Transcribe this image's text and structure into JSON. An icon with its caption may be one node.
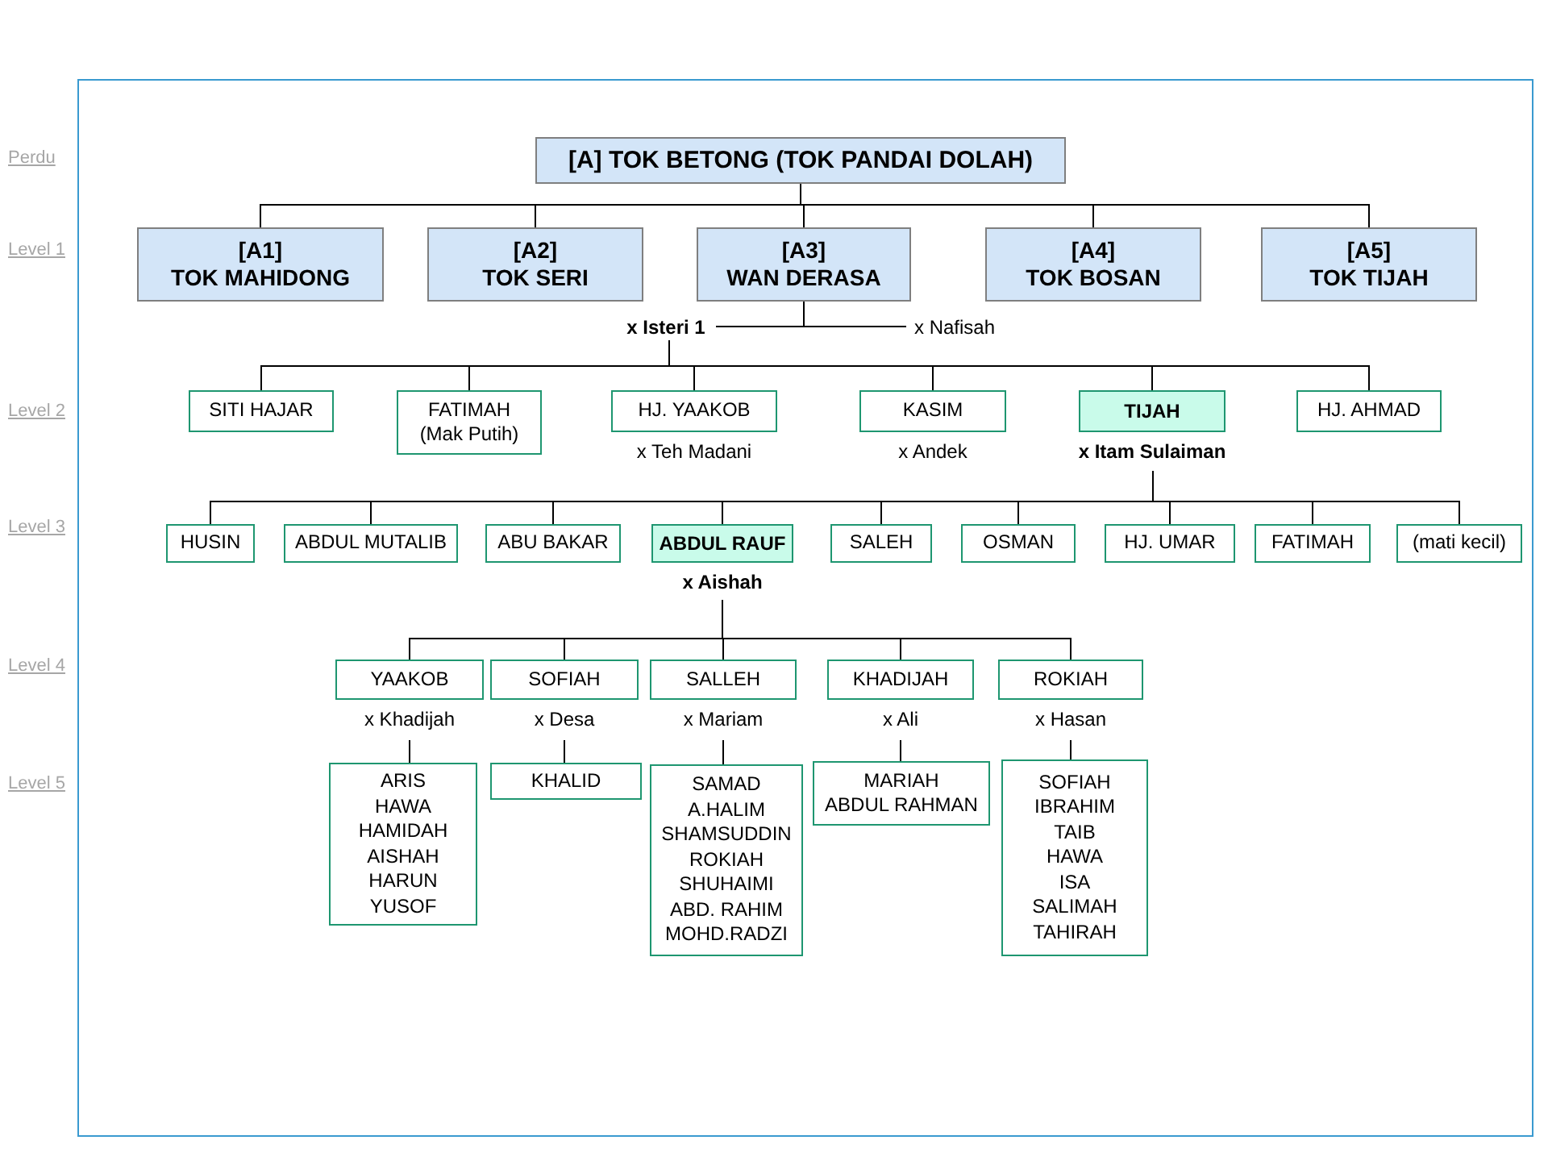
{
  "diagram": {
    "nodes": [
      {
        "text": [
          "[A]  TOK BETONG (TOK PANDAI DOLAH)"
        ]
      },
      {
        "text": [
          "[A1]",
          "TOK MAHIDONG"
        ]
      },
      {
        "text": [
          "[A2]",
          "TOK SERI"
        ]
      },
      {
        "text": [
          "[A3]",
          "WAN  DERASA"
        ]
      },
      {
        "text": [
          "[A4]",
          "TOK BOSAN"
        ]
      },
      {
        "text": [
          "[A5]",
          "TOK TIJAH"
        ]
      },
      {
        "text": [
          "x Isteri 1"
        ]
      },
      {
        "text": [
          "x Nafisah"
        ]
      },
      {
        "text": [
          "SITI HAJAR"
        ]
      },
      {
        "text": [
          "FATIMAH (Mak Putih)"
        ]
      },
      {
        "text": [
          "HJ. YAAKOB"
        ],
        "beside": [
          "x Teh Madani"
        ]
      },
      {
        "text": [
          "KASIM"
        ],
        "beside": [
          "x Andek"
        ]
      },
      {
        "text": [
          "TIJAH"
        ],
        "beside": [
          "x Itam Sulaiman"
        ]
      },
      {
        "text": [
          "HJ. AHMAD"
        ]
      },
      {
        "text": [
          "HUSIN"
        ]
      },
      {
        "text": [
          "ABDUL MUTALIB"
        ]
      },
      {
        "text": [
          "ABU BAKAR"
        ]
      },
      {
        "text": [
          "ABDUL RAUF"
        ],
        "beside": [
          "x Aishah"
        ]
      },
      {
        "text": [
          "SALEH"
        ]
      },
      {
        "text": [
          "OSMAN"
        ]
      },
      {
        "text": [
          "HJ. UMAR"
        ]
      },
      {
        "text": [
          "FATIMAH"
        ]
      },
      {
        "text": [
          "(mati  kecil)"
        ]
      },
      {
        "text": [
          "YAAKOB"
        ],
        "beside": [
          "x Khadijah"
        ]
      },
      {
        "text": [
          "SOFIAH"
        ],
        "beside": [
          "x Desa"
        ]
      },
      {
        "text": [
          "SALLEH"
        ],
        "beside": [
          "x Mariam"
        ]
      },
      {
        "text": [
          "KHADIJAH"
        ],
        "beside": [
          "x Ali"
        ]
      },
      {
        "text": [
          "ROKIAH"
        ],
        "beside": [
          "x Hasan"
        ]
      },
      {
        "text": [
          "ARIS",
          "HAWA",
          "HAMIDAH",
          "AISHAH",
          "HARUN",
          "YUSOF"
        ]
      },
      {
        "text": [
          "KHALID"
        ]
      },
      {
        "text": [
          "SAMAD",
          "A.HALIM",
          "SHAMSUDDIN",
          "ROKIAH",
          "SHUHAIMI",
          "ABD. RAHIM",
          "MOHD.RADZI"
        ]
      },
      {
        "text": [
          "MARIAH",
          "ABDUL RAHMAN"
        ]
      },
      {
        "text": [
          "SOFIAH",
          "IBRAHIM",
          "TAIB",
          "HAWA",
          "ISA",
          "SALIMAH",
          "TAHIRAH"
        ]
      }
    ],
    "edges": [
      {
        "from": 0,
        "to": 1,
        "arrow": "none"
      },
      {
        "from": 0,
        "to": 2,
        "arrow": "none"
      },
      {
        "from": 0,
        "to": 3,
        "arrow": "none"
      },
      {
        "from": 0,
        "to": 4,
        "arrow": "none"
      },
      {
        "from": 0,
        "to": 5,
        "arrow": "none"
      },
      {
        "from": 3,
        "to": 6,
        "arrow": "none"
      },
      {
        "from": 3,
        "to": 7,
        "arrow": "none"
      },
      {
        "from": 6,
        "to": 8,
        "arrow": "none"
      },
      {
        "from": 6,
        "to": 9,
        "arrow": "none"
      },
      {
        "from": 6,
        "to": 10,
        "arrow": "none"
      },
      {
        "from": 6,
        "to": 11,
        "arrow": "none"
      },
      {
        "from": 6,
        "to": 12,
        "arrow": "none"
      },
      {
        "from": 6,
        "to": 13,
        "arrow": "none"
      },
      {
        "from": 12,
        "to": 14,
        "arrow": "none"
      },
      {
        "from": 12,
        "to": 15,
        "arrow": "none"
      },
      {
        "from": 12,
        "to": 16,
        "arrow": "none"
      },
      {
        "from": 12,
        "to": 17,
        "arrow": "none"
      },
      {
        "from": 12,
        "to": 18,
        "arrow": "none"
      },
      {
        "from": 12,
        "to": 19,
        "arrow": "none"
      },
      {
        "from": 12,
        "to": 20,
        "arrow": "none"
      },
      {
        "from": 12,
        "to": 21,
        "arrow": "none"
      },
      {
        "from": 12,
        "to": 22,
        "arrow": "none"
      },
      {
        "from": 17,
        "to": 23,
        "arrow": "none"
      },
      {
        "from": 17,
        "to": 24,
        "arrow": "none"
      },
      {
        "from": 17,
        "to": 25,
        "arrow": "none"
      },
      {
        "from": 17,
        "to": 26,
        "arrow": "none"
      },
      {
        "from": 17,
        "to": 27,
        "arrow": "none"
      },
      {
        "from": 23,
        "to": 28,
        "arrow": "none"
      },
      {
        "from": 24,
        "to": 29,
        "arrow": "none"
      },
      {
        "from": 25,
        "to": 30,
        "arrow": "none"
      },
      {
        "from": 26,
        "to": 31,
        "arrow": "none"
      },
      {
        "from": 27,
        "to": 32,
        "arrow": "none"
      }
    ],
    "labels": [
      "Perdu",
      "Level 1",
      "Level 2",
      "Level 3",
      "Level 4",
      "Level 5"
    ]
  }
}
